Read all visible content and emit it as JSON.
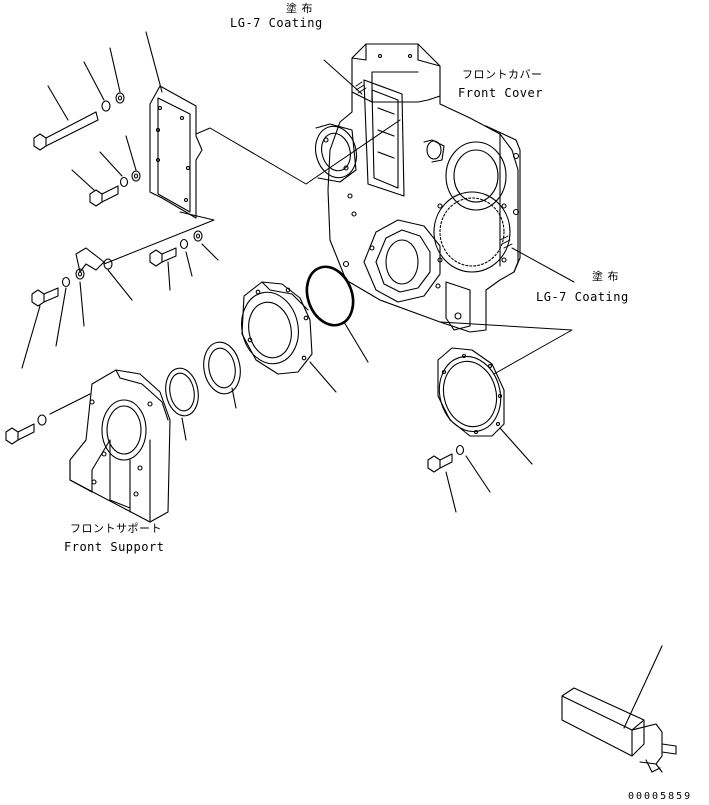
{
  "labels": {
    "coating_top_jp": "塗 布",
    "coating_top_en": "LG-7 Coating",
    "front_cover_jp": "フロントカバー",
    "front_cover_en": "Front Cover",
    "coating_right_jp": "塗 布",
    "coating_right_en": "LG-7 Coating",
    "front_support_jp": "フロントサポート",
    "front_support_en": "Front Support"
  },
  "drawing_code": "00005859",
  "colors": {
    "line": "#000000",
    "background": "#ffffff"
  }
}
